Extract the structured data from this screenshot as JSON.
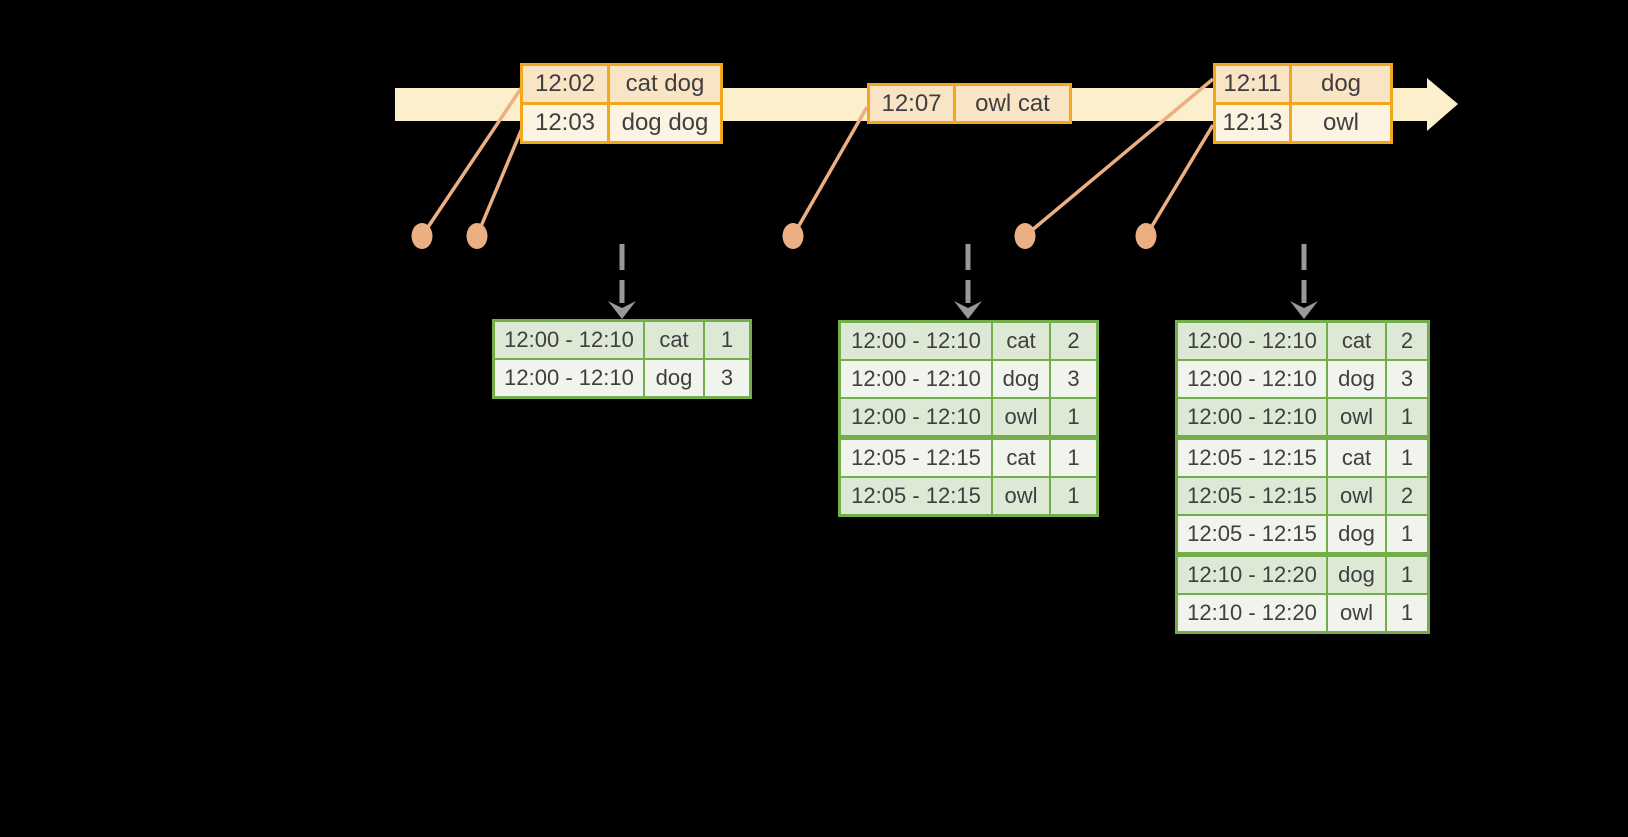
{
  "colors": {
    "background": "#000000",
    "timeline_band": "#FBF0CB",
    "event_table_border": "#F2A71F",
    "event_row_peach": "#FAE4C6",
    "event_row_cream": "#FCF3E3",
    "connector_salmon": "#ECAE83",
    "result_table_border": "#74AE4B",
    "result_row_dark": "#DEE9D5",
    "result_row_light": "#F0F4EC",
    "trigger_arrow_gray": "#999999",
    "text": "#3F3F3F"
  },
  "event_tables": [
    {
      "rows": [
        {
          "time": "12:02",
          "words": "cat dog"
        },
        {
          "time": "12:03",
          "words": "dog dog"
        }
      ]
    },
    {
      "rows": [
        {
          "time": "12:07",
          "words": "owl cat"
        }
      ]
    },
    {
      "rows": [
        {
          "time": "12:11",
          "words": "dog"
        },
        {
          "time": "12:13",
          "words": "owl"
        }
      ]
    }
  ],
  "result_tables": [
    {
      "rows": [
        {
          "window": "12:00 - 12:10",
          "word": "cat",
          "count": "1"
        },
        {
          "window": "12:00 - 12:10",
          "word": "dog",
          "count": "3"
        }
      ]
    },
    {
      "rows": [
        {
          "window": "12:00 - 12:10",
          "word": "cat",
          "count": "2"
        },
        {
          "window": "12:00 - 12:10",
          "word": "dog",
          "count": "3"
        },
        {
          "window": "12:00 - 12:10",
          "word": "owl",
          "count": "1"
        },
        {
          "window": "12:05 - 12:15",
          "word": "cat",
          "count": "1"
        },
        {
          "window": "12:05 - 12:15",
          "word": "owl",
          "count": "1"
        }
      ]
    },
    {
      "rows": [
        {
          "window": "12:00 - 12:10",
          "word": "cat",
          "count": "2"
        },
        {
          "window": "12:00 - 12:10",
          "word": "dog",
          "count": "3"
        },
        {
          "window": "12:00 - 12:10",
          "word": "owl",
          "count": "1"
        },
        {
          "window": "12:05 - 12:15",
          "word": "cat",
          "count": "1"
        },
        {
          "window": "12:05 - 12:15",
          "word": "owl",
          "count": "2"
        },
        {
          "window": "12:05 - 12:15",
          "word": "dog",
          "count": "1"
        },
        {
          "window": "12:10 - 12:20",
          "word": "dog",
          "count": "1"
        },
        {
          "window": "12:10 - 12:20",
          "word": "owl",
          "count": "1"
        }
      ]
    }
  ]
}
